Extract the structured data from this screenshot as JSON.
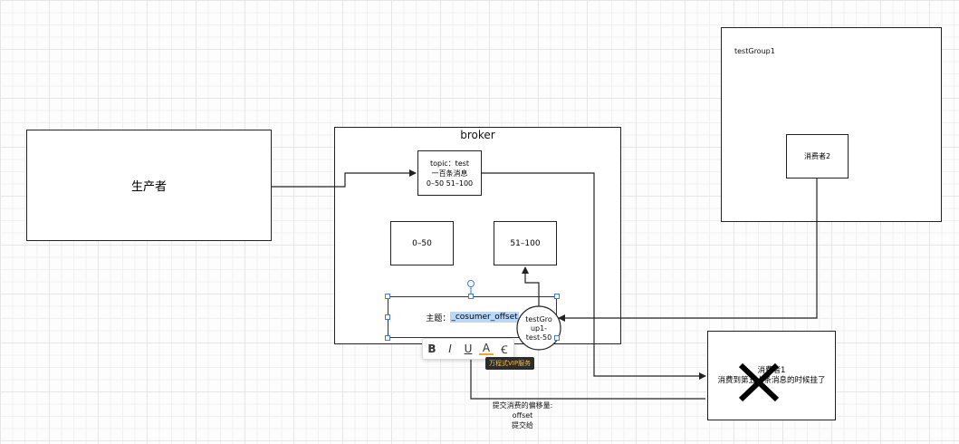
{
  "producer": {
    "label": "生产者"
  },
  "broker": {
    "title": "broker"
  },
  "topic": {
    "line1": "topic：test",
    "line2": "一百条消息",
    "line3": "0–50 51–100"
  },
  "partitions": [
    "0–50",
    "51–100"
  ],
  "offset_topic": {
    "prefix": "主题：",
    "selected_text": "_cosumer_offset"
  },
  "circle_note": {
    "line1": "testGro",
    "line2": "up1-",
    "line3": "test-50"
  },
  "toolbar": {
    "bold": "B",
    "italic": "I",
    "underline": "U",
    "color": "A",
    "clear": "Ꞓ",
    "vip_label": "万程式VIP服务"
  },
  "group": {
    "title": "testGroup1",
    "consumer2": "消费者2"
  },
  "consumer1": {
    "line1": "消费者1",
    "line2": "消费到第五十条消息的时候挂了"
  },
  "commit_note": {
    "line1": "提交消费的偏移量:",
    "line2": "offset",
    "line3": "提交给"
  },
  "colors": {
    "selection": "#bcd7f7",
    "handle": "#3b7dd8",
    "cross": "#000000"
  }
}
